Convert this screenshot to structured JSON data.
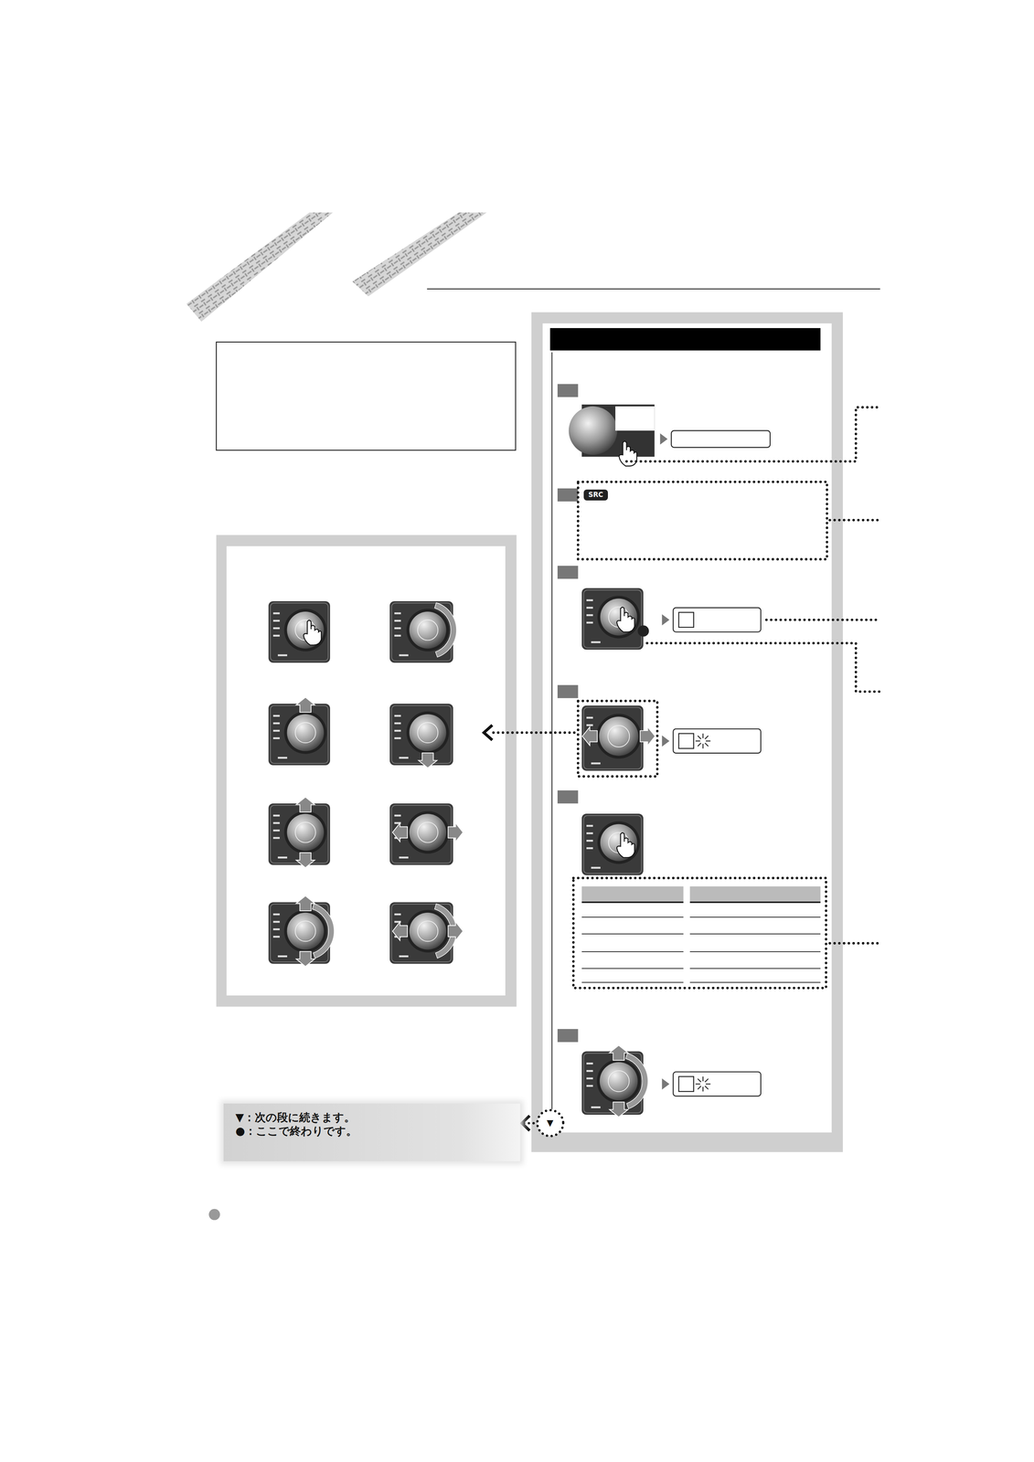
{
  "diagram": {
    "nodes": [
      {
        "text": [
          "SRC"
        ]
      },
      {
        "text": [
          "▼"
        ]
      },
      {
        "text": [
          "▼：次の段に続きます。",
          "●：ここで終わりです。"
        ]
      }
    ],
    "edges": [
      {
        "from": 1,
        "to": 2,
        "arrow": "to"
      }
    ]
  }
}
